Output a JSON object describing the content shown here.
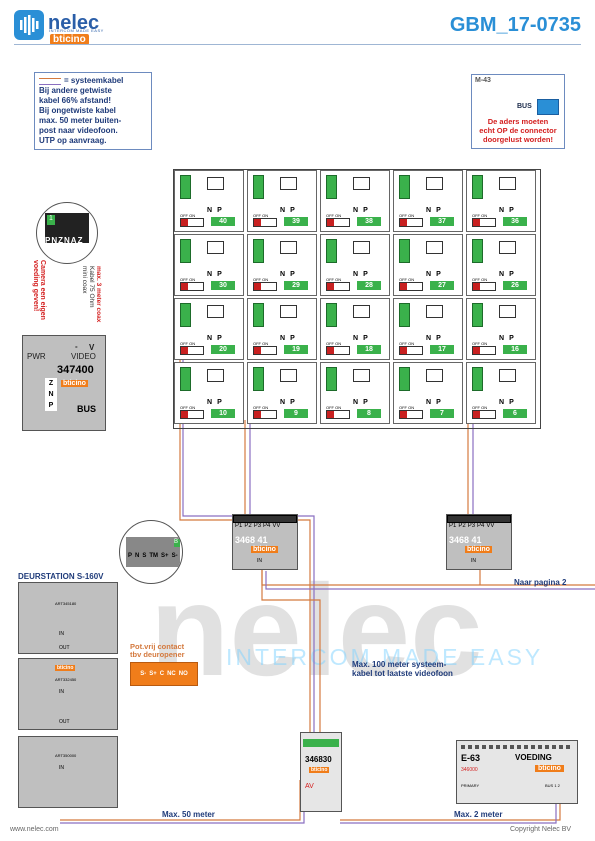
{
  "header": {
    "brand": "nelec",
    "brand_tagline": "INTERCOM MADE EASY",
    "sub_brand": "bticino",
    "doc_code": "GBM_17-0735"
  },
  "note_box": {
    "legend": "= systeemkabel",
    "text": [
      "Bij andere getwiste",
      "kabel 66% afstand!",
      "Bij ongetwiste kabel",
      "max. 50 meter buiten-",
      "post naar videofoon.",
      "UTP op aanvraag."
    ]
  },
  "m43": {
    "code": "M-43",
    "bus": "BUS",
    "note": [
      "De aders moeten",
      "echt OP de connector",
      "doorgelust worden!"
    ]
  },
  "grid": {
    "label_n": "N",
    "label_p": "P",
    "off_on": "OFF ON",
    "rows": [
      [
        "40",
        "39",
        "38",
        "37",
        "36"
      ],
      [
        "30",
        "29",
        "28",
        "27",
        "26"
      ],
      [
        "20",
        "19",
        "18",
        "17",
        "16"
      ],
      [
        "10",
        "9",
        "8",
        "7",
        "6"
      ]
    ]
  },
  "camera_module": {
    "left_note": [
      "Camera een eigen",
      "voeding geven!"
    ],
    "right_note": [
      "max. 3 meter coax",
      "Kabel 75 Ohm",
      "mini coax"
    ],
    "pwr": "PWR",
    "video": "VIDEO",
    "v_minus": "-",
    "v_plus": "V",
    "model": "347400",
    "bus": "BUS",
    "top_labels": [
      "P",
      "N",
      "Z",
      "N",
      "A",
      "Z"
    ],
    "side_labels": [
      "Z",
      "N",
      "P"
    ],
    "pin": "1",
    "brand": "bticino"
  },
  "distributors": [
    {
      "model": "3468 41",
      "ports": [
        "P1",
        "P2",
        "P3",
        "P4"
      ],
      "vv": "VV",
      "in_label": "IN",
      "brand": "bticino"
    },
    {
      "model": "3468 41",
      "ports": [
        "P1",
        "P2",
        "P3",
        "P4"
      ],
      "vv": "VV",
      "in_label": "IN",
      "brand": "bticino"
    }
  ],
  "page_ref": "Naar pagina 2",
  "door_station": {
    "title": "DEURSTATION S-160V",
    "art_codes": [
      "ART345180",
      "ART332450",
      "ART350000"
    ],
    "in": "IN",
    "out": "OUT",
    "brand": "bticino",
    "zoom_labels": [
      "P",
      "N",
      "S",
      "TM",
      "S+",
      "S-"
    ],
    "pin": "B"
  },
  "relay": {
    "title": [
      "Pot.vrij contact",
      "tbv deuropener"
    ],
    "labels": [
      "S-",
      "S+",
      "C",
      "NC",
      "NO"
    ]
  },
  "power_note": [
    "Max. 100 meter systeem-",
    "kabel tot laatste videofoon"
  ],
  "module_346830": {
    "model": "346830",
    "av": "AV",
    "brand": "bticino"
  },
  "power_supply": {
    "code": "E-63",
    "label": "VOEDING",
    "model": "346000",
    "brand": "bticino",
    "primary": "PRIMARY",
    "output": "BUS 1 2"
  },
  "distances": {
    "left": "Max. 50 meter",
    "right": "Max. 2 meter"
  },
  "footer": {
    "left": "www.nelec.com",
    "right": "Copyright Nelec BV"
  },
  "watermark": {
    "big": "nelec",
    "tagline": "INTERCOM MADE EASY"
  },
  "colors": {
    "brand_blue": "#2a5ea8",
    "accent_orange": "#f07d1a",
    "module_green": "#3ab14b",
    "warning_red": "#d42020",
    "cable_orange": "#d47a3f",
    "cable_purple": "#8a6fc0"
  }
}
